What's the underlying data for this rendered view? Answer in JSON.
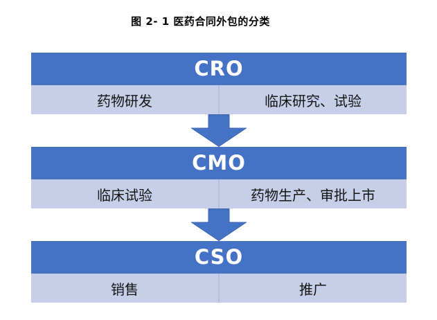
{
  "title": "图 2- 1 医药合同外包的分类",
  "colors": {
    "header_blue": "#4472C4",
    "row_lavender": "#C7CEE8",
    "arrow_blue": "#4472C4",
    "arrow_edge": "#3B64B0",
    "cell_divider": "#B6BFDC",
    "header_text": "#FFFFFF",
    "cell_text": "#141414",
    "title_text": "#000000"
  },
  "blocks": [
    {
      "header": "CRO",
      "cells": [
        "药物研发",
        "临床研究、试验"
      ]
    },
    {
      "header": "CMO",
      "cells": [
        "临床试验",
        "药物生产、审批上市"
      ]
    },
    {
      "header": "CSO",
      "cells": [
        "销售",
        "推广"
      ]
    }
  ],
  "arrow": {
    "name": "down-arrow",
    "count": 2
  }
}
